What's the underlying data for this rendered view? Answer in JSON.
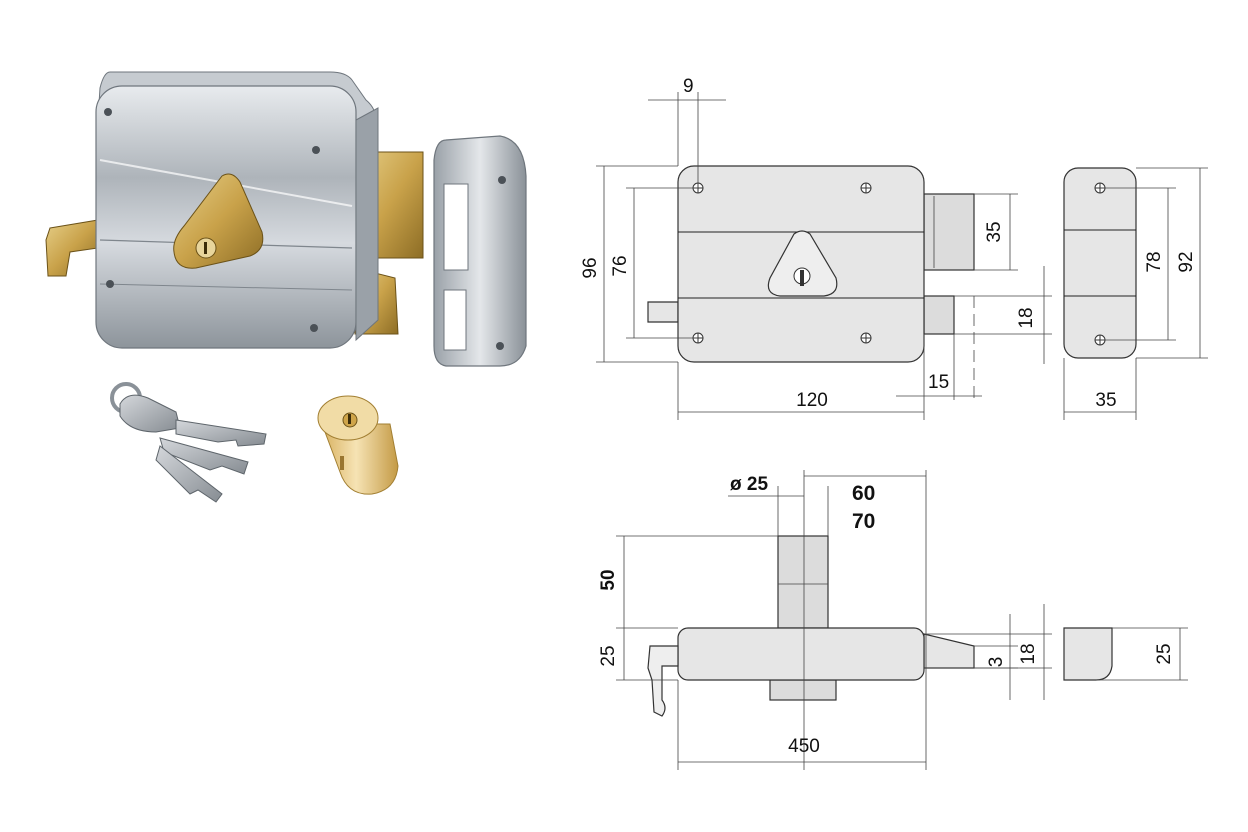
{
  "dimensions": {
    "top_offset": "9",
    "height_outer": "96",
    "hole_spacing": "76",
    "bolt_height": "35",
    "latch_height": "18",
    "latch_offset": "15",
    "width": "120",
    "plate_inner": "78",
    "plate_outer": "92",
    "plate_width": "35",
    "cylinder_diameter": "ø 25",
    "backset_a": "60",
    "backset_b": "70",
    "cylinder_length": "50",
    "body_depth": "25",
    "latch_depth": "3",
    "latch_depth_total": "18",
    "plate_depth": "25",
    "overall_length": "450"
  },
  "colors": {
    "chrome": "#b9bec4",
    "brass": "#c9a24a",
    "drawing_fill": "#e6e6e6",
    "line": "#222222"
  },
  "product_parts": [
    "lock-body",
    "strike-plate",
    "keys",
    "cylinder"
  ]
}
